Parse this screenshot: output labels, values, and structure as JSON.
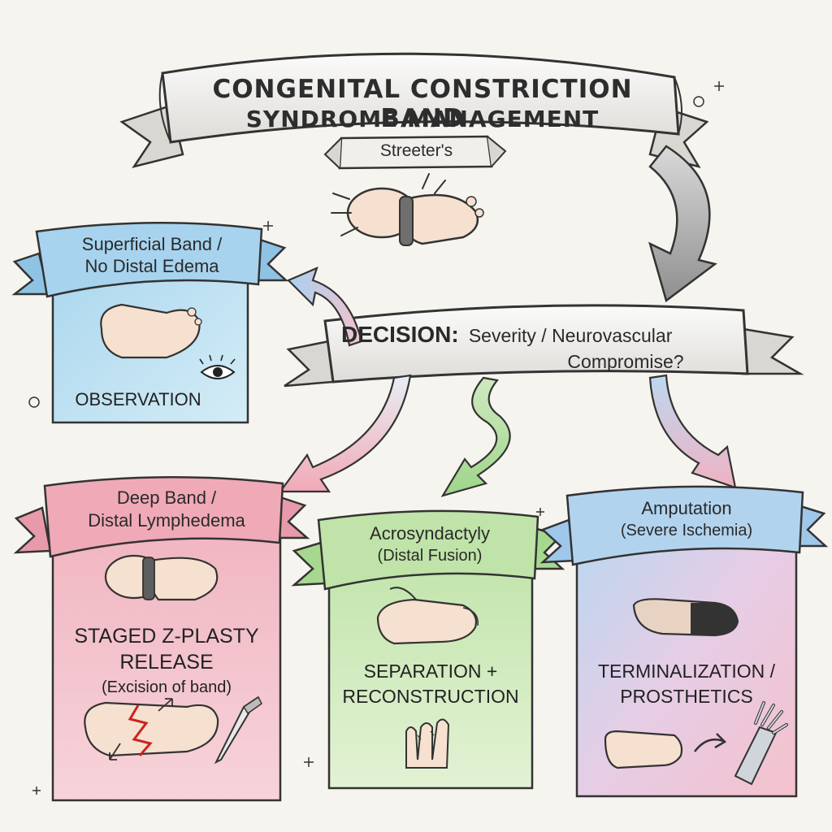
{
  "title": {
    "line1": "CONGENITAL CONSTRICTION BAND",
    "line2": "SYNDROME MANAGEMENT",
    "subtitle": "Streeter's"
  },
  "decision": {
    "label": "DECISION:",
    "text_line1": "Severity / Neurovascular",
    "text_line2": "Compromise?"
  },
  "branches": {
    "superficial": {
      "banner_line1": "Superficial Band /",
      "banner_line2": "No Distal Edema",
      "action": "OBSERVATION",
      "color": "#b9dcf0"
    },
    "deep": {
      "banner_line1": "Deep Band /",
      "banner_line2": "Distal Lymphedema",
      "action_line1": "STAGED Z-PLASTY",
      "action_line2": "RELEASE",
      "note": "(Excision of band)",
      "color": "#f2b9c4"
    },
    "acro": {
      "banner_line1": "Acrosyndactyly",
      "banner_line2": "(Distal Fusion)",
      "action_line1": "SEPARATION +",
      "action_line2": "RECONSTRUCTION",
      "color": "#c9e6b4"
    },
    "amputation": {
      "banner_line1": "Amputation",
      "banner_line2": "(Severe Ischemia)",
      "action_line1": "TERMINALIZATION /",
      "action_line2": "PROSTHETICS",
      "color": "#d8c9ec"
    }
  },
  "icons": {
    "eye": "eye-icon",
    "scalpel": "scalpel-icon",
    "prosthetic": "prosthetic-hand-icon"
  }
}
